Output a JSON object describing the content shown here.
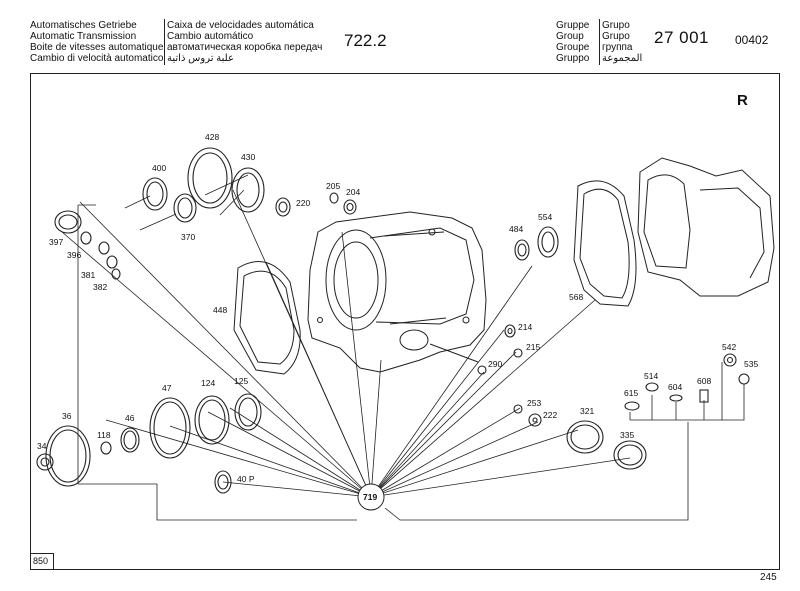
{
  "header": {
    "left_titles": [
      "Automatisches Getriebe",
      "Automatic Transmission",
      "Boite de vitesses automatique",
      "Cambio di velocità automatico"
    ],
    "right_titles": [
      "Caixa de velocidades automática",
      "Cambio automático",
      "автоматическая коробка передач",
      "علبة تروس ذاتية"
    ],
    "model_number": "722.2",
    "group_words_left": [
      "Gruppe",
      "Group",
      "Groupe",
      "Gruppo"
    ],
    "group_words_right": [
      "Grupo",
      "Grupo",
      "группа",
      "المجموعة"
    ],
    "group_number": "27 001",
    "doc_code": "00402"
  },
  "diagram": {
    "corner_letter": "R",
    "hub_label": "719",
    "frame_tag": "850",
    "labels": {
      "l428": "428",
      "l430": "430",
      "l400": "400",
      "l205": "205",
      "l204": "204",
      "l220": "220",
      "l397": "397",
      "l396": "396",
      "l381": "381",
      "l382": "382",
      "l370": "370",
      "l484": "484",
      "l554": "554",
      "l568": "568",
      "l448": "448",
      "l214": "214",
      "l215": "215",
      "l290": "290",
      "l253": "253",
      "l222": "222",
      "l321": "321",
      "l335": "335",
      "l542": "542",
      "l535": "535",
      "l514": "514",
      "l615": "615",
      "l604": "604",
      "l608": "608",
      "l47": "47",
      "l124": "124",
      "l125": "125",
      "l36": "36",
      "l46": "46",
      "l118": "118",
      "l34": "34",
      "l40p": "40 P"
    }
  },
  "footer": {
    "page_number": "245"
  }
}
